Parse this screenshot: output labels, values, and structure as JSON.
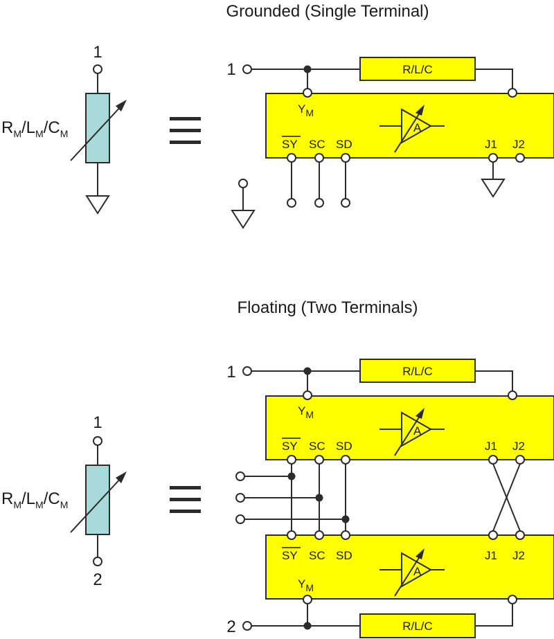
{
  "titles": {
    "grounded": "Grounded (Single Terminal)",
    "floating": "Floating (Two Terminals)"
  },
  "symbol": {
    "label_parts": [
      "R",
      "M",
      "/L",
      "M",
      "/C",
      "M"
    ],
    "terminal_1": "1",
    "terminal_2": "2",
    "equivalence": "≡"
  },
  "circuit": {
    "impedance_label": "R/L/C",
    "amp_label": "A",
    "y_label": "Y",
    "y_sub": "M",
    "pins": {
      "sy": "SY",
      "sc": "SC",
      "sd": "SD",
      "j1": "J1",
      "j2": "J2"
    },
    "node_1": "1",
    "node_2": "2"
  },
  "colors": {
    "module_fill": "#ffff00",
    "resistor_fill": "#a9dada",
    "wire": "#2b2b2b"
  }
}
